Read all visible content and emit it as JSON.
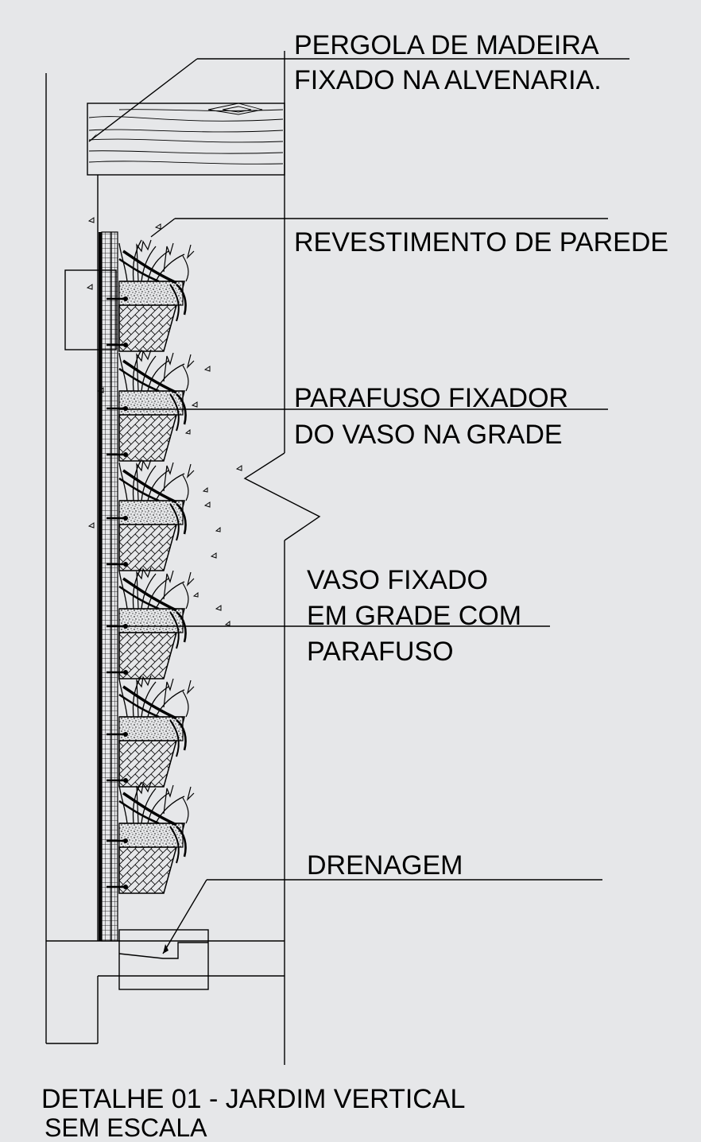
{
  "labels": {
    "pergola_line1": "PERGOLA DE MADEIRA",
    "pergola_line2": "FIXADO NA ALVENARIA.",
    "revestimento": "REVESTIMENTO DE PAREDE",
    "parafuso_line1": "PARAFUSO FIXADOR",
    "parafuso_line2": "DO VASO NA GRADE",
    "vaso_line1": "VASO FIXADO",
    "vaso_line2": "EM GRADE COM",
    "vaso_line3": "PARAFUSO",
    "drenagem": "DRENAGEM"
  },
  "footer": {
    "title": "DETALHE 01 - JARDIM VERTICAL",
    "subtitle": "SEM ESCALA"
  },
  "colors": {
    "background": "#e6e7e9",
    "line": "#000000"
  }
}
